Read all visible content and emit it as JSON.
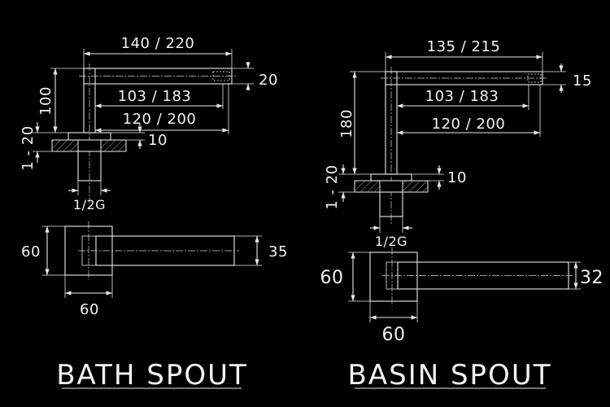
{
  "bath": {
    "title": "BATH SPOUT",
    "dim_length": "140 / 220",
    "dim_height_end": "20",
    "dim_inner_1": "103 / 183",
    "dim_inner_2": "120 / 200",
    "dim_height": "100",
    "dim_adjust": "1 - 20",
    "dim_flange": "10",
    "dim_thread": "1/2G",
    "plan_square": "60",
    "plan_width": "35",
    "plan_base": "60"
  },
  "basin": {
    "title": "BASIN SPOUT",
    "dim_length": "135 / 215",
    "dim_height_end": "15",
    "dim_inner_1": "103 / 183",
    "dim_inner_2": "120 / 200",
    "dim_height": "180",
    "dim_adjust": "1 - 20",
    "dim_flange": "10",
    "dim_thread": "1/2G",
    "plan_square": "60",
    "plan_width": "32",
    "plan_base": "60"
  }
}
